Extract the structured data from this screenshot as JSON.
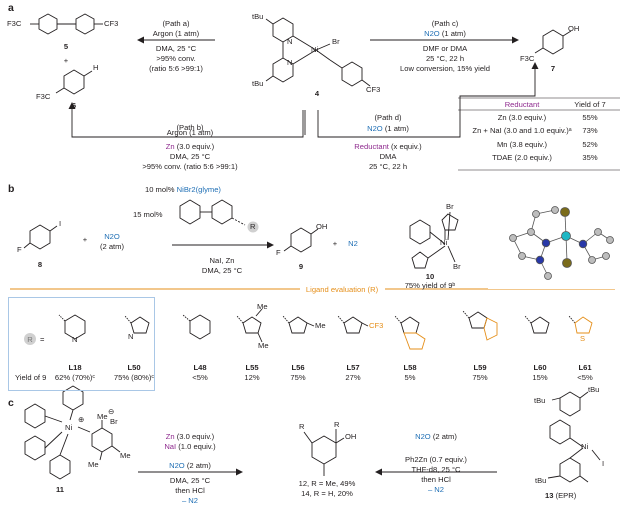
{
  "panel_labels": {
    "a": "a",
    "b": "b",
    "c": "c"
  },
  "colors": {
    "blue": "#1f6fb5",
    "purple": "#8e2a8e",
    "orange": "#e58f1a",
    "grey": "#9a9a9a",
    "lightblue_border": "#a9c7e6",
    "ni_atom": "#1fb7c4",
    "n_atom": "#2838a8",
    "br_atom": "#7a6b1a"
  },
  "panel_a": {
    "complex_label": "4",
    "tbu": "tBu",
    "ni": "Ni",
    "br": "Br",
    "n": "N",
    "cf3": "CF3",
    "f3c": "F3C",
    "oh": "OH",
    "h": "H",
    "plus": "+",
    "product5": "5",
    "product6": "6",
    "product7": "7",
    "path_a": {
      "title": "(Path a)",
      "line1": "Argon (1 atm)",
      "line2": "DMA, 25 °C",
      "line3": ">95% conv.",
      "line4": "(ratio 5:6 >99:1)"
    },
    "path_b": {
      "title": "(Path b)",
      "line1": "Argon (1 atm)",
      "zn": "Zn",
      "zn_rest": " (3.0 equiv.)",
      "line3": "DMA, 25 °C",
      "line4": ">95% conv. (ratio 5:6 >99:1)"
    },
    "path_c": {
      "title": "(Path c)",
      "n2o": "N2O",
      "n2o_rest": " (1 atm)",
      "line2": "DMF or DMA",
      "line3": "25 °C, 22 h",
      "line4": "Low conversion, 15% yield"
    },
    "path_d": {
      "title": "(Path d)",
      "n2o": "N2O",
      "n2o_rest": " (1 atm)",
      "reductant": "Reductant",
      "red_rest": " (x equiv.)",
      "line3": "DMA",
      "line4": "25 °C, 22 h"
    },
    "table": {
      "header_reductant": "Reductant",
      "header_yield": "Yield of 7",
      "rows": [
        {
          "reductant": "Zn (3.0 equiv.)",
          "yield": "55%"
        },
        {
          "reductant": "Zn + NaI (3.0 and 1.0 equiv.)ᵃ",
          "yield": "73%"
        },
        {
          "reductant": "Mn (3.8 equiv.)",
          "yield": "52%"
        },
        {
          "reductant": "TDAE (2.0 equiv.)",
          "yield": "35%"
        }
      ]
    }
  },
  "panel_b": {
    "catalyst": "10 mol% ",
    "catalyst_ni": "NiBr2(glyme)",
    "ligand_loading": "15 mol%",
    "r": "R",
    "i": "I",
    "f": "F",
    "oh": "OH",
    "plus": "+",
    "n2o": "N2O",
    "n2o_pressure": "(2 atm)",
    "conditions1": "NaI, Zn",
    "conditions2": "DMA, 25 °C",
    "plus_n2": "+",
    "n2": "N2",
    "substrate_label": "8",
    "product_label": "9",
    "complex10_label": "10",
    "complex10_yield": "75% yield of 9ᵇ",
    "br": "Br",
    "ni": "Ni",
    "n": "N",
    "ligand_eval": "Ligand evaluation (R)",
    "yield_of": "Yield of 9",
    "ligands": [
      {
        "label": "L18",
        "yield": "62% (70%)ᶜ"
      },
      {
        "label": "L50",
        "yield": "75% (80%)ᶜ"
      },
      {
        "label": "L48",
        "yield": "<5%"
      },
      {
        "label": "L55",
        "yield": "12%"
      },
      {
        "label": "L56",
        "yield": "75%"
      },
      {
        "label": "L57",
        "yield": "27%"
      },
      {
        "label": "L58",
        "yield": "5%"
      },
      {
        "label": "L59",
        "yield": "75%"
      },
      {
        "label": "L60",
        "yield": "15%"
      },
      {
        "label": "L61",
        "yield": "<5%"
      }
    ],
    "me": "Me",
    "cf3": "CF3",
    "s": "S",
    "r_circle": "R",
    "equals": "="
  },
  "panel_c": {
    "complex11_label": "11",
    "ni": "Ni",
    "br": "Br",
    "n": "N",
    "me": "Me",
    "r": "R",
    "oh": "OH",
    "charge_plus": "⊕",
    "charge_minus": "⊖",
    "left_cond": {
      "n2o": "N2O",
      "n2o_rest": " (2 atm)",
      "zn": "Zn",
      "zn_rest": " (3.0 equiv.)",
      "nai": "NaI",
      "nai_rest": " (1.0 equiv.)",
      "line3": "DMA, 25 °C",
      "line4": "then HCl",
      "line5": "– N2"
    },
    "right_cond": {
      "n2o": "N2O",
      "n2o_rest": " (2 atm)",
      "line2": "Ph2Zn (0.7 equiv.)",
      "line3": "THF-d8, 25 °C",
      "line4": "then HCl",
      "line5": "– N2"
    },
    "prod12": "12, R = Me, 49%",
    "prod14": "14, R = H, 20%",
    "complex13_label": "13",
    "complex13_note": " (EPR)",
    "tbu": "tBu",
    "i": "I"
  }
}
